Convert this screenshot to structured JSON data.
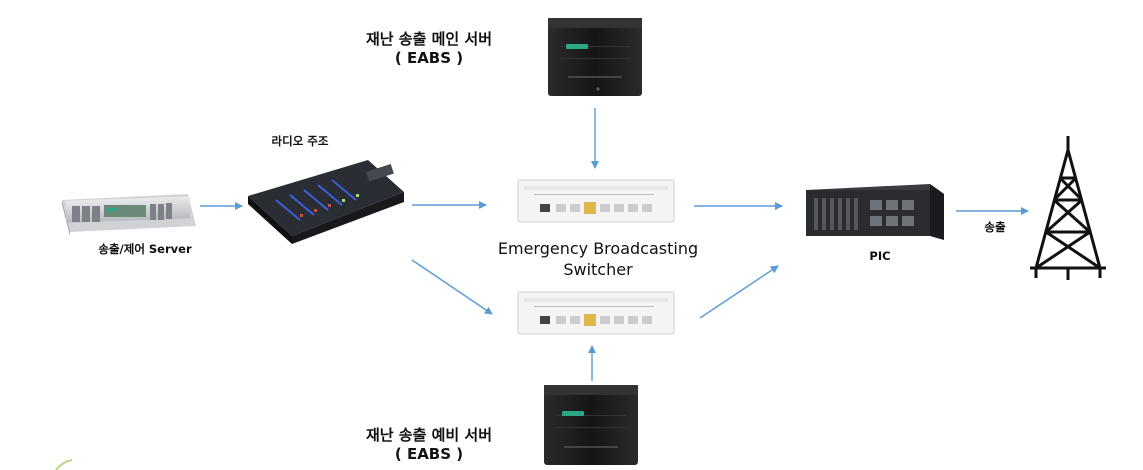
{
  "labels": {
    "main_server_line1": "재난 송출 메인 서버",
    "main_server_line2": "( EABS )",
    "backup_server_line1": "재난 송출 예비 서버",
    "backup_server_line2": "( EABS )",
    "radio_console": "라디오 주조",
    "control_server": "송출/제어 Server",
    "switcher_line1": "Emergency Broadcasting",
    "switcher_line2": "Switcher",
    "pic": "PIC",
    "transmit": "송출"
  },
  "colors": {
    "arrow": "#5b9bd5",
    "server_body": "#1c1c1c",
    "server_led": "#2aa884",
    "console_accent": "#3b5fd9"
  }
}
